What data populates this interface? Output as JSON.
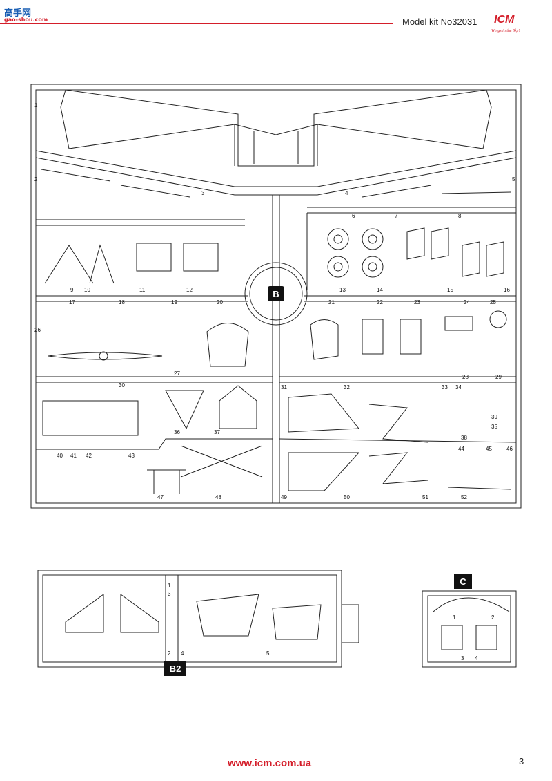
{
  "header": {
    "kit_label": "Model kit No32031",
    "watermark_top": "高手网",
    "watermark_sub": "gao-shou.com",
    "brand": "ICM",
    "brand_slogan": "Wings in the Sky!"
  },
  "footer": {
    "url": "www.icm.com.ua",
    "page_number": "3"
  },
  "sprue_b": {
    "badge": "B",
    "part_numbers": [
      "1",
      "2",
      "3",
      "4",
      "5",
      "6",
      "7",
      "8",
      "9",
      "10",
      "11",
      "12",
      "13",
      "14",
      "15",
      "16",
      "17",
      "18",
      "19",
      "20",
      "21",
      "22",
      "23",
      "24",
      "25",
      "26",
      "27",
      "28",
      "29",
      "30",
      "31",
      "32",
      "33",
      "34",
      "35",
      "36",
      "37",
      "38",
      "39",
      "40",
      "41",
      "42",
      "43",
      "44",
      "45",
      "46",
      "47",
      "48",
      "49",
      "50",
      "51",
      "52"
    ]
  },
  "sprue_b2": {
    "badge": "B2",
    "part_numbers": [
      "1",
      "2",
      "3",
      "4",
      "5"
    ]
  },
  "sprue_c": {
    "badge": "C",
    "part_numbers": [
      "1",
      "2",
      "3",
      "4"
    ]
  },
  "colors": {
    "accent": "#d41e2a",
    "line": "#222222",
    "badge_bg": "#111111"
  }
}
